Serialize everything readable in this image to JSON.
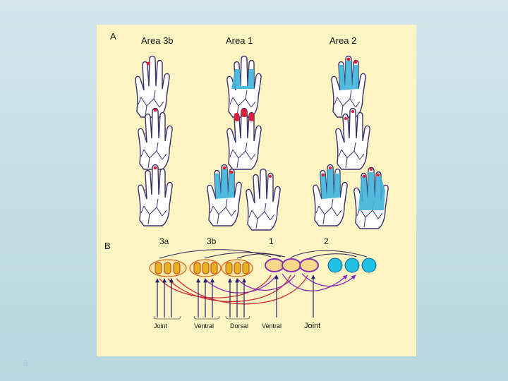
{
  "panel_a": {
    "label": "A",
    "column_headers": [
      "Area 3b",
      "Area 1",
      "Area 2"
    ]
  },
  "panel_b": {
    "label": "B",
    "area_labels": [
      "3a",
      "3b",
      "1",
      "2"
    ],
    "input_labels": [
      "Joint",
      "Ventral",
      "Dorsal",
      "Ventral",
      "Joint"
    ]
  },
  "footer": {
    "page_number": "8"
  },
  "colors": {
    "panel_background": "#fcf5c3",
    "hand_outline": "#3a2f6b",
    "receptive_field_red": "#d8203a",
    "receptive_field_blue": "#3fb3d9",
    "connection_purple": "#8a2bb5",
    "connection_red": "#cf2a3a",
    "axon_navy": "#26236e",
    "node_gold": "#e7b020",
    "node_cyan": "#22c1e3"
  },
  "icons": [
    "hand-icon"
  ]
}
